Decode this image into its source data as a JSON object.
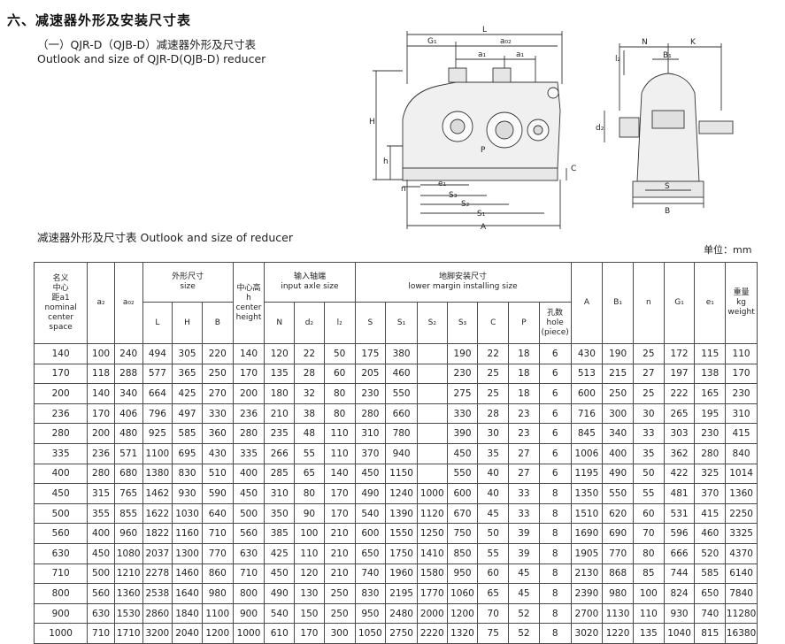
{
  "section_title": "六、减速器外形及安装尺寸表",
  "subtitle_cn": "（一）QJR-D（QJB-D）减速器外形及尺寸表",
  "subtitle_en": "Outlook and size of QJR-D(QJB-D) reducer",
  "table_caption": "减速器外形及尺寸表  Outlook and size of  reducer",
  "unit_label": "单位：mm",
  "diagram_labels": {
    "L": "L",
    "G1": "G₁",
    "a02": "a₀₂",
    "a1": "a₁",
    "a1b": "a₁",
    "H": "H",
    "h": "h",
    "P": "P",
    "C": "C",
    "n": "n",
    "e1": "e₁",
    "S3": "S₃",
    "S2": "S₂",
    "S1": "S₁",
    "A": "A",
    "N": "N",
    "K": "K",
    "l2": "l₂",
    "B1": "B₁",
    "d2": "d₂",
    "S": "S",
    "B": "B"
  },
  "table": {
    "headers": {
      "nominal_cn": "名义",
      "nominal_cn2": "中心",
      "nominal_cn3": "距a1",
      "nominal_en1": "nominal",
      "nominal_en2": "center",
      "nominal_en3": "space",
      "a2": "a₂",
      "a02": "a₀₂",
      "size_cn": "外形尺寸",
      "size_en": "size",
      "L": "L",
      "H": "H",
      "B": "B",
      "center_cn": "中心高",
      "center_h": "h",
      "center_en1": "center",
      "center_en2": "height",
      "input_cn": "输入轴端",
      "input_en": "input axle size",
      "N": "N",
      "d2": "d₂",
      "l2": "l₂",
      "lower_cn": "地脚安装尺寸",
      "lower_en": "lower margin installing size",
      "S": "S",
      "S1": "S₁",
      "S2": "S₂",
      "S3": "S₃",
      "C": "C",
      "P": "P",
      "hole_cn": "孔数",
      "hole_en1": "hole",
      "hole_en2": "(piece)",
      "A": "A",
      "B1": "B₁",
      "n": "n",
      "G1": "G₁",
      "e1": "e₁",
      "weight_cn": "重量",
      "weight_en1": "kg",
      "weight_en2": "weight"
    },
    "rows": [
      [
        "140",
        "100",
        "240",
        "494",
        "305",
        "220",
        "140",
        "120",
        "22",
        "50",
        "175",
        "380",
        "",
        "190",
        "22",
        "18",
        "6",
        "430",
        "190",
        "25",
        "172",
        "115",
        "110"
      ],
      [
        "170",
        "118",
        "288",
        "577",
        "365",
        "250",
        "170",
        "135",
        "28",
        "60",
        "205",
        "460",
        "",
        "230",
        "25",
        "18",
        "6",
        "513",
        "215",
        "27",
        "197",
        "138",
        "170"
      ],
      [
        "200",
        "140",
        "340",
        "664",
        "425",
        "270",
        "200",
        "180",
        "32",
        "80",
        "230",
        "550",
        "",
        "275",
        "25",
        "18",
        "6",
        "600",
        "250",
        "25",
        "222",
        "165",
        "230"
      ],
      [
        "236",
        "170",
        "406",
        "796",
        "497",
        "330",
        "236",
        "210",
        "38",
        "80",
        "280",
        "660",
        "",
        "330",
        "28",
        "23",
        "6",
        "716",
        "300",
        "30",
        "265",
        "195",
        "310"
      ],
      [
        "280",
        "200",
        "480",
        "925",
        "585",
        "360",
        "280",
        "235",
        "48",
        "110",
        "310",
        "780",
        "",
        "390",
        "30",
        "23",
        "6",
        "845",
        "340",
        "33",
        "303",
        "230",
        "415"
      ],
      [
        "335",
        "236",
        "571",
        "1100",
        "695",
        "430",
        "335",
        "266",
        "55",
        "110",
        "370",
        "940",
        "",
        "450",
        "35",
        "27",
        "6",
        "1006",
        "400",
        "35",
        "362",
        "280",
        "840"
      ],
      [
        "400",
        "280",
        "680",
        "1380",
        "830",
        "510",
        "400",
        "285",
        "65",
        "140",
        "450",
        "1150",
        "",
        "550",
        "40",
        "27",
        "6",
        "1195",
        "490",
        "50",
        "422",
        "325",
        "1014"
      ],
      [
        "450",
        "315",
        "765",
        "1462",
        "930",
        "590",
        "450",
        "310",
        "80",
        "170",
        "490",
        "1240",
        "1000",
        "600",
        "40",
        "33",
        "8",
        "1350",
        "550",
        "55",
        "481",
        "370",
        "1360"
      ],
      [
        "500",
        "355",
        "855",
        "1622",
        "1030",
        "640",
        "500",
        "350",
        "90",
        "170",
        "540",
        "1390",
        "1120",
        "670",
        "45",
        "33",
        "8",
        "1510",
        "620",
        "60",
        "531",
        "415",
        "2250"
      ],
      [
        "560",
        "400",
        "960",
        "1822",
        "1160",
        "710",
        "560",
        "385",
        "100",
        "210",
        "600",
        "1550",
        "1250",
        "750",
        "50",
        "39",
        "8",
        "1690",
        "690",
        "70",
        "596",
        "460",
        "3325"
      ],
      [
        "630",
        "450",
        "1080",
        "2037",
        "1300",
        "770",
        "630",
        "425",
        "110",
        "210",
        "650",
        "1750",
        "1410",
        "850",
        "55",
        "39",
        "8",
        "1905",
        "770",
        "80",
        "666",
        "520",
        "4370"
      ],
      [
        "710",
        "500",
        "1210",
        "2278",
        "1460",
        "860",
        "710",
        "450",
        "120",
        "210",
        "740",
        "1960",
        "1580",
        "950",
        "60",
        "45",
        "8",
        "2130",
        "868",
        "85",
        "744",
        "585",
        "6140"
      ],
      [
        "800",
        "560",
        "1360",
        "2538",
        "1640",
        "980",
        "800",
        "490",
        "130",
        "250",
        "830",
        "2195",
        "1770",
        "1060",
        "65",
        "45",
        "8",
        "2390",
        "980",
        "100",
        "824",
        "650",
        "7840"
      ],
      [
        "900",
        "630",
        "1530",
        "2860",
        "1840",
        "1100",
        "900",
        "540",
        "150",
        "250",
        "950",
        "2480",
        "2000",
        "1200",
        "70",
        "52",
        "8",
        "2700",
        "1130",
        "110",
        "930",
        "740",
        "11280"
      ],
      [
        "1000",
        "710",
        "1710",
        "3200",
        "2040",
        "1200",
        "1000",
        "610",
        "170",
        "300",
        "1050",
        "2750",
        "2220",
        "1320",
        "75",
        "52",
        "8",
        "3020",
        "1220",
        "135",
        "1040",
        "815",
        "16380"
      ]
    ]
  }
}
